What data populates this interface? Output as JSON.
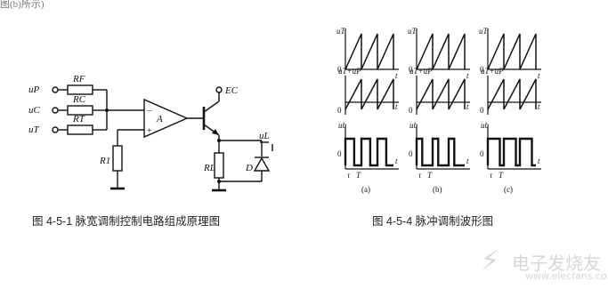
{
  "top_fragment": "图(b)所示)",
  "captions": {
    "left": "图 4-5-1  脉宽调制控制电路组成原理图",
    "right": "图 4-5-4    脉冲调制波形图"
  },
  "circuit": {
    "inputs": [
      "uP",
      "uC",
      "uT"
    ],
    "resistors": [
      "RF",
      "RC",
      "RT"
    ],
    "amp": "A",
    "r1": "R1",
    "rl": "RL",
    "supply": "EC",
    "load_voltage": "uL",
    "diode": "D"
  },
  "waveforms": {
    "row1_labels": [
      "uT",
      "uT",
      "uT"
    ],
    "row2_labels": [
      "uT+uP",
      "uT+uP",
      "uT+uP"
    ],
    "row3_labels": [
      "ub",
      "ub",
      "ub"
    ],
    "origin": "0",
    "t": "t",
    "tau": "τ",
    "period": "T",
    "columns": [
      "(a)",
      "(b)",
      "(c)"
    ]
  },
  "watermark": {
    "brand": "电子发烧友",
    "url": "www.elecfans.com"
  }
}
